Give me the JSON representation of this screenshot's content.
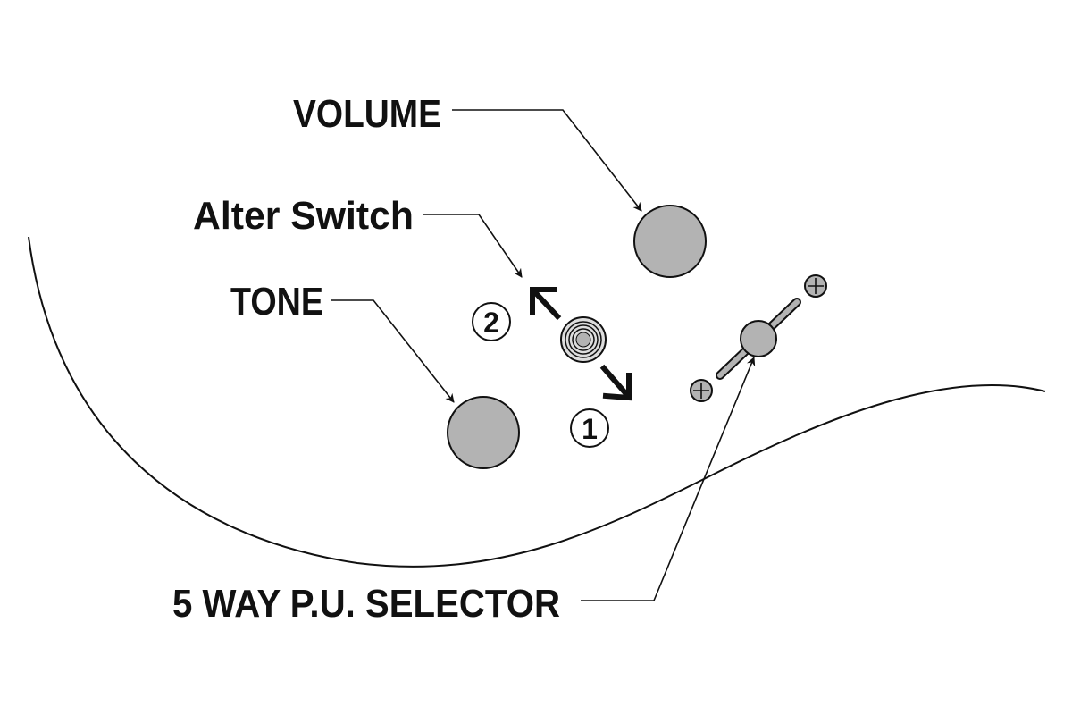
{
  "labels": {
    "volume": "VOLUME",
    "alter_switch": "Alter Switch",
    "tone": "TONE",
    "selector": "5 WAY P.U. SELECTOR"
  },
  "positions": {
    "one": "1",
    "two": "2"
  },
  "colors": {
    "knob_fill": "#b3b3b3",
    "stroke": "#111111",
    "background": "#ffffff"
  }
}
